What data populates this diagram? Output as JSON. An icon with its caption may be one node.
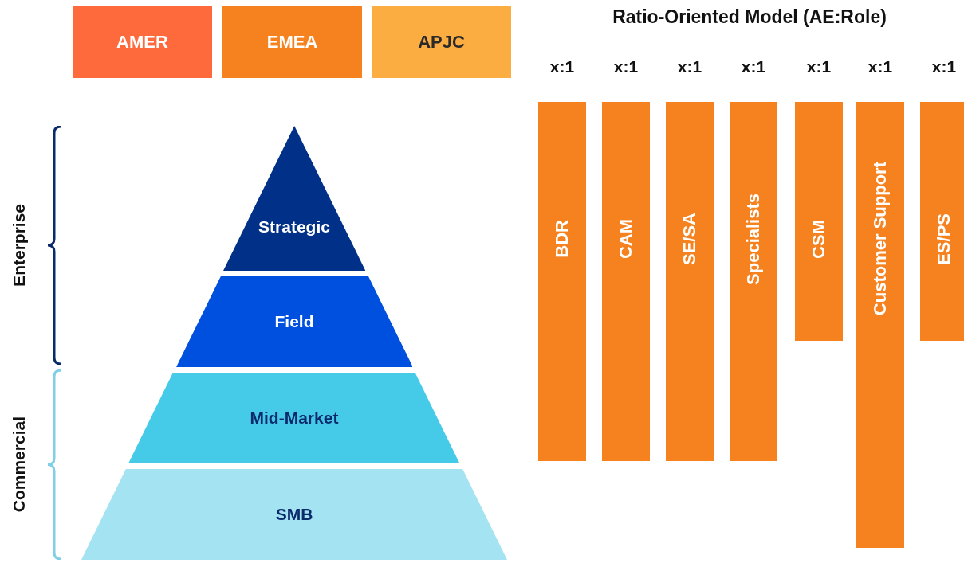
{
  "diagram": {
    "title": "Ratio-Oriented Model (AE:Role)",
    "nodes": [
      {
        "text": [
          "AMER"
        ]
      },
      {
        "text": [
          "EMEA"
        ]
      },
      {
        "text": [
          "APJC"
        ]
      },
      {
        "text": [
          "Strategic"
        ]
      },
      {
        "text": [
          "Field"
        ]
      },
      {
        "text": [
          "Mid-Market"
        ]
      },
      {
        "text": [
          "SMB"
        ]
      },
      {
        "text": [
          "BDR"
        ],
        "beside": [
          "x:1"
        ]
      },
      {
        "text": [
          "CAM"
        ],
        "beside": [
          "x:1"
        ]
      },
      {
        "text": [
          "SE/SA"
        ],
        "beside": [
          "x:1"
        ]
      },
      {
        "text": [
          "Specialists"
        ],
        "beside": [
          "x:1"
        ]
      },
      {
        "text": [
          "CSM"
        ],
        "beside": [
          "x:1"
        ]
      },
      {
        "text": [
          "Customer Support"
        ],
        "beside": [
          "x:1"
        ]
      },
      {
        "text": [
          "ES/PS"
        ],
        "beside": [
          "x:1"
        ]
      }
    ],
    "edges": [],
    "labels": [
      "Enterprise",
      "Commercial"
    ]
  }
}
